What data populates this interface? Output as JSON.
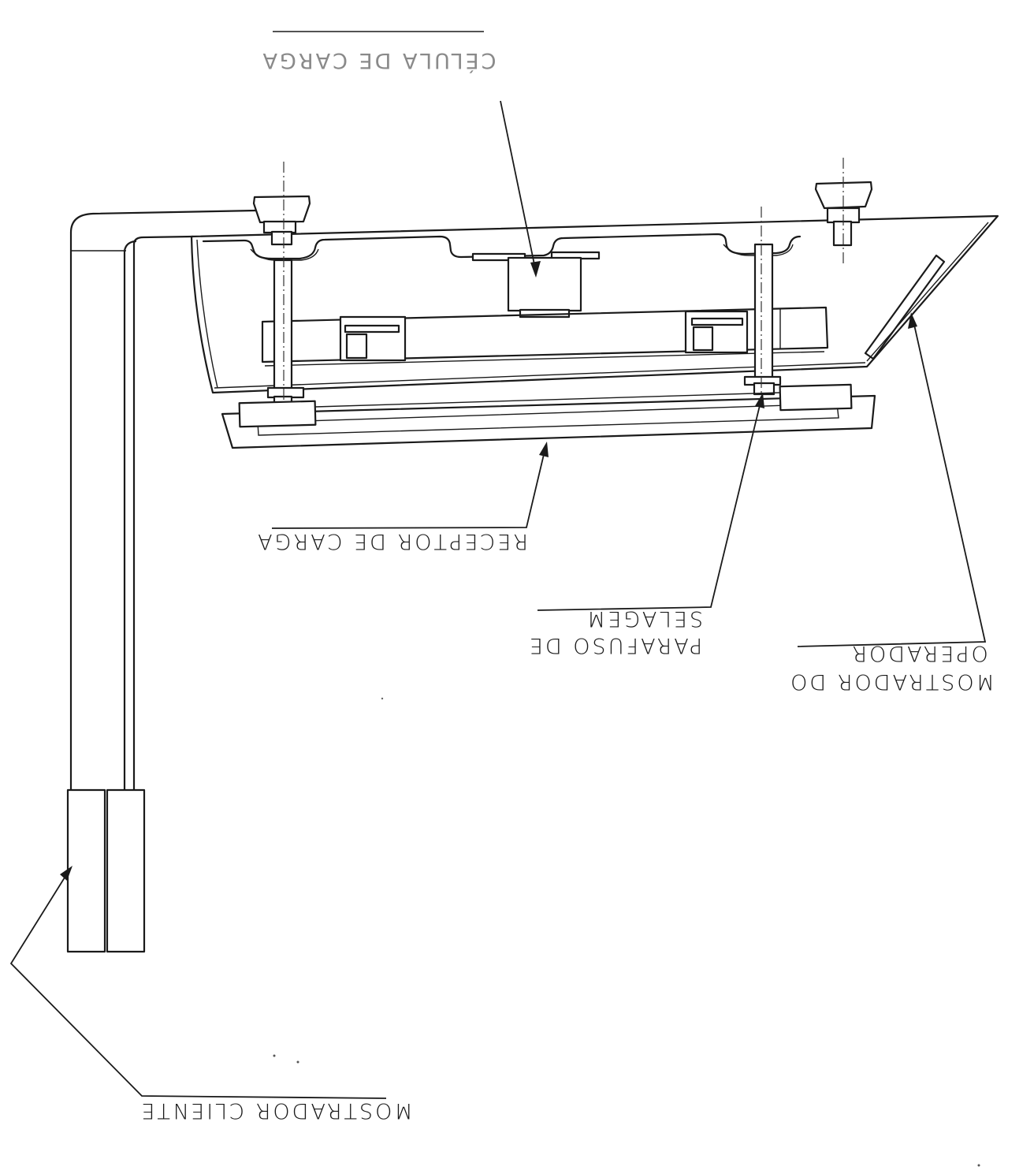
{
  "labels": {
    "celula_de_carga": "CÉLULA DE CARGA",
    "receptor_de_carga": "RECEPTOR DE CARGA",
    "parafuso_line1": "PARAFUSO DE",
    "parafuso_line2": "SELAGEM",
    "mostrador_operador_line1": "MOSTRADOR DO",
    "mostrador_operador_line2": "OPERADOR",
    "mostrador_cliente": "MOSTRADOR CLIENTE"
  }
}
